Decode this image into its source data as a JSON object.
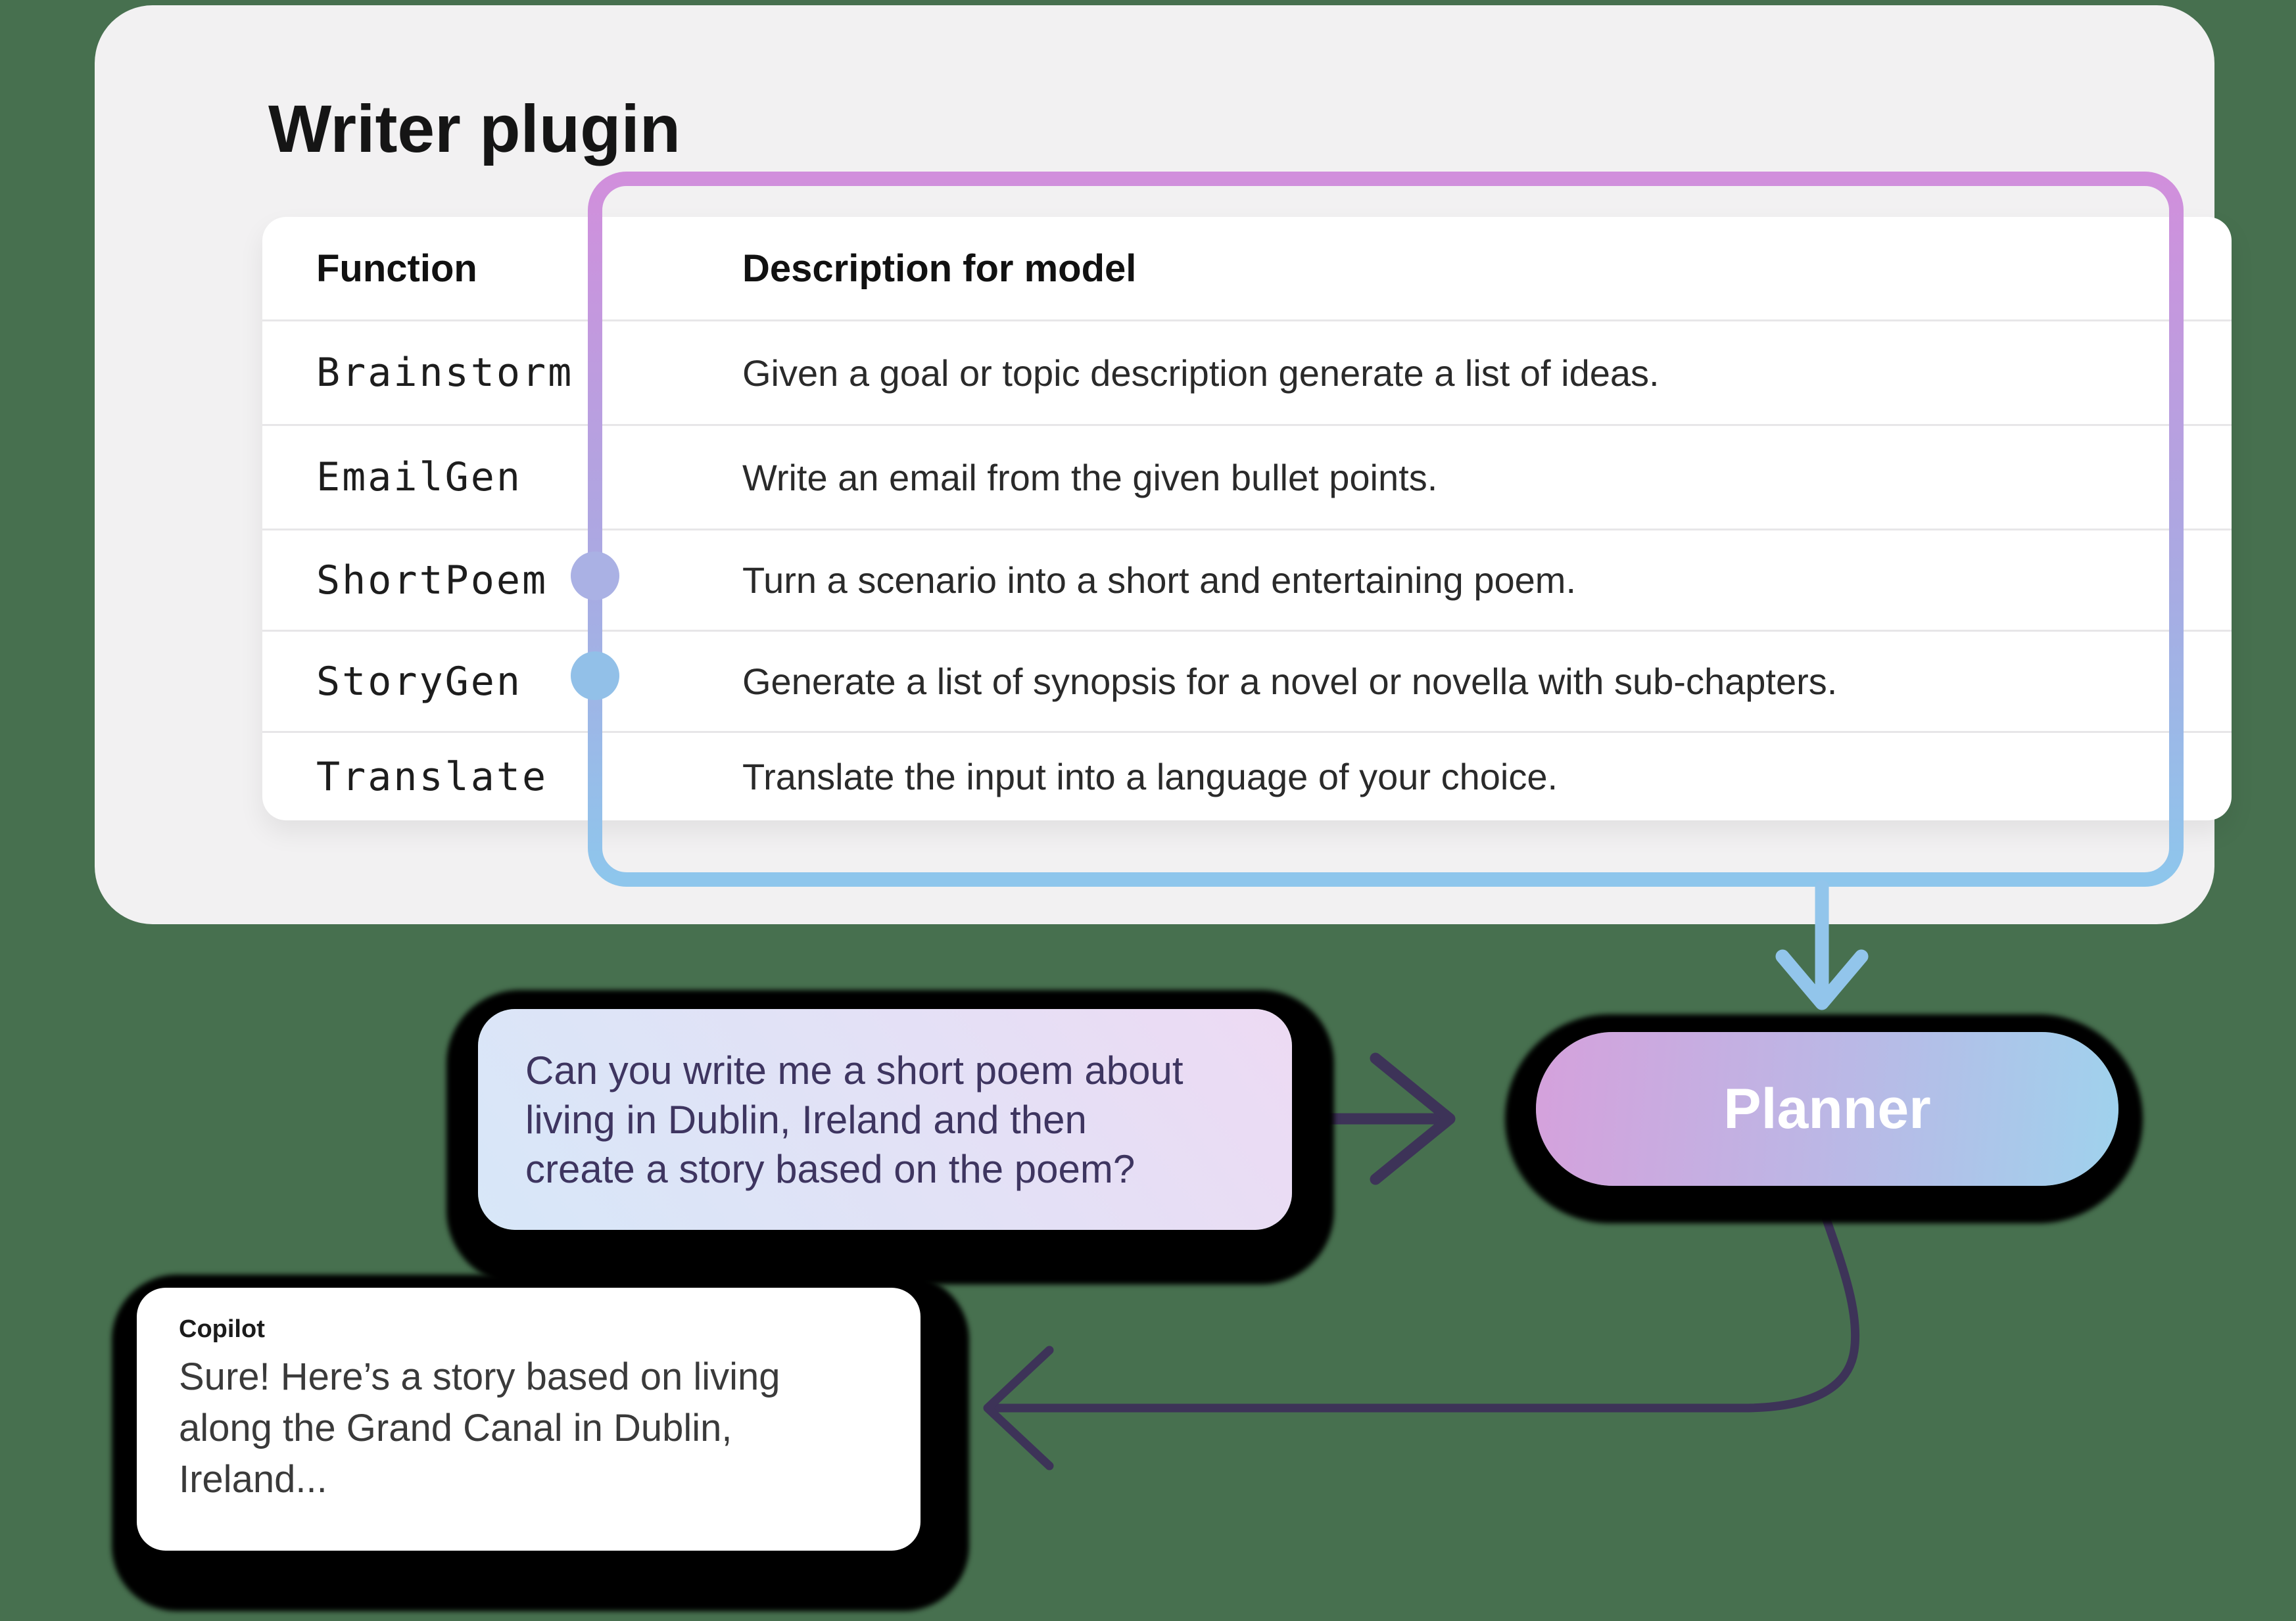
{
  "plugin_card": {
    "title": "Writer plugin",
    "table": {
      "headers": [
        "Function",
        "Description for model"
      ],
      "rows": [
        {
          "function": "Brainstorm",
          "description": "Given a goal or topic description generate a list of ideas."
        },
        {
          "function": "EmailGen",
          "description": "Write an email from the given bullet points."
        },
        {
          "function": "ShortPoem",
          "description": "Turn a scenario into a short and entertaining poem.",
          "highlighted": true
        },
        {
          "function": "StoryGen",
          "description": "Generate a list of synopsis for a novel or novella with sub-chapters.",
          "highlighted": true
        },
        {
          "function": "Translate",
          "description": "Translate the input into a language of your choice."
        }
      ]
    }
  },
  "flow": {
    "user_message": {
      "lines": [
        "Can you write me a short poem about",
        "living in Dublin, Ireland and then",
        "create a story based on the poem?"
      ]
    },
    "planner": {
      "label": "Planner"
    },
    "assistant": {
      "name": "Copilot",
      "lines": [
        "Sure! Here’s a story based on living",
        "along the Grand Canal in Dublin,",
        "Ireland..."
      ]
    }
  },
  "colors": {
    "bg": "#47704f",
    "card-bg": "#f2f1f2",
    "table-bg": "#ffffff",
    "row-line": "#e7e6e8",
    "title-text": "#151515",
    "header-text": "#111111",
    "cell-text": "#1d1d1d",
    "desc-text": "#2a2a2a",
    "border-grad-top": "#d18fdc",
    "border-grad-mid": "#aaa9e2",
    "border-grad-bottom": "#8ec6ec",
    "dot-top": "#aab1e4",
    "dot-bottom": "#92c0e8",
    "blue-arrow": "#92c5eb",
    "dark-arrow": "#3d3358",
    "user-bubble-from": "#d7e7f8",
    "user-bubble-to": "#eddaf3",
    "user-text": "#3e3560",
    "planner-from": "#d5a1dc",
    "planner-to": "#9fd2ed",
    "planner-text": "#ffffff",
    "assistant-bg": "#ffffff",
    "assistant-text": "#3a3a3a",
    "assistant-name-text": "#1b1b1b",
    "shadow": "#000000"
  }
}
